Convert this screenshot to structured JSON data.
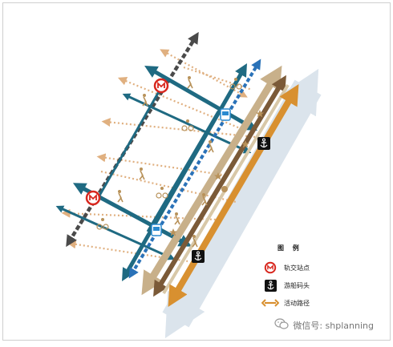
{
  "legend": {
    "title": "图 例",
    "items": [
      {
        "icon": "metro-station-icon",
        "label": "轨交站点"
      },
      {
        "icon": "anchor-icon",
        "label": "游船码头"
      },
      {
        "icon": "double-arrow-icon",
        "label": "活动路径"
      }
    ]
  },
  "watermark": {
    "text": "微信号: shplanning"
  },
  "colors": {
    "river": "#dbe4ec",
    "teal": "#1f6a82",
    "dark_grey": "#4a4a4a",
    "dashed_blue": "#2a72b8",
    "tan": "#c8b08a",
    "brown": "#7b5a38",
    "orange": "#d89030",
    "metro_red": "#d8281f",
    "dotted_orange": "#e0b080",
    "dotted_beige": "#d8c8a8"
  }
}
